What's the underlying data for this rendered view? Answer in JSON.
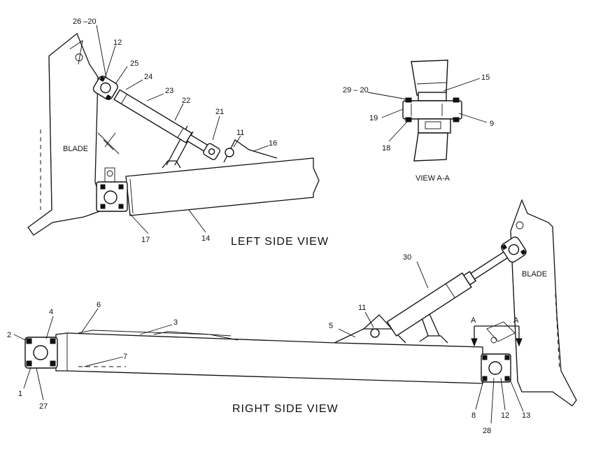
{
  "views": {
    "left": "LEFT SIDE VIEW",
    "right": "RIGHT SIDE VIEW",
    "section": "VIEW A-A"
  },
  "blade_labels": {
    "left": "BLADE",
    "right": "BLADE"
  },
  "section_marker": "A",
  "callouts": {
    "left": [
      "26 –20",
      "12",
      "25",
      "24",
      "23",
      "22",
      "21",
      "11",
      "16",
      "17",
      "14"
    ],
    "section": [
      "29 – 20",
      "15",
      "19",
      "9",
      "18"
    ],
    "right": [
      "30",
      "11",
      "5",
      "6",
      "4",
      "2",
      "3",
      "7",
      "1",
      "27",
      "8",
      "28",
      "12",
      "13"
    ]
  }
}
